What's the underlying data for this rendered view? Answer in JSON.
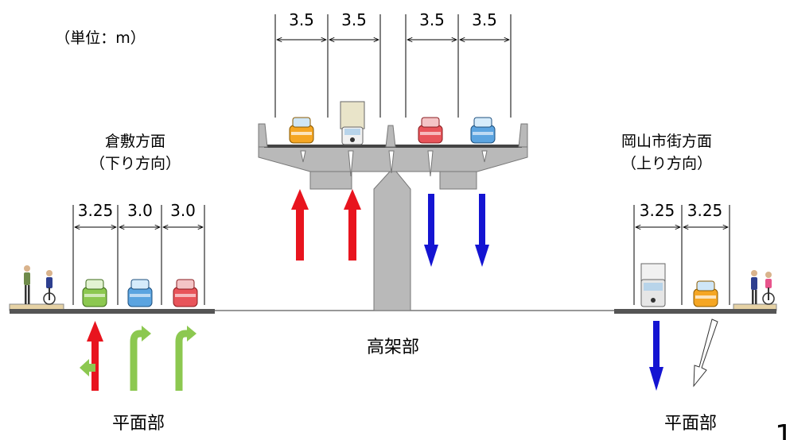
{
  "unit_note": "（単位：m）",
  "elevated": {
    "lane_widths": [
      "3.5",
      "3.5",
      "3.5",
      "3.5"
    ],
    "label": "高架部"
  },
  "left": {
    "direction_line1": "倉敷方面",
    "direction_line2": "（下り方向）",
    "lane_widths": [
      "3.25",
      "3.0",
      "3.0"
    ],
    "section_label": "平面部"
  },
  "right": {
    "direction_line1": "岡山市街方面",
    "direction_line2": "（上り方向）",
    "lane_widths": [
      "3.25",
      "3.25"
    ],
    "section_label": "平面部"
  },
  "page_number_fragment": "1",
  "colors": {
    "red_arrow": "#e8141e",
    "blue_arrow": "#1414d2",
    "green_arrow": "#8cc850",
    "pier": "#b9b9b9",
    "road": "#555555",
    "sidewalk": "#e6d2a5"
  }
}
